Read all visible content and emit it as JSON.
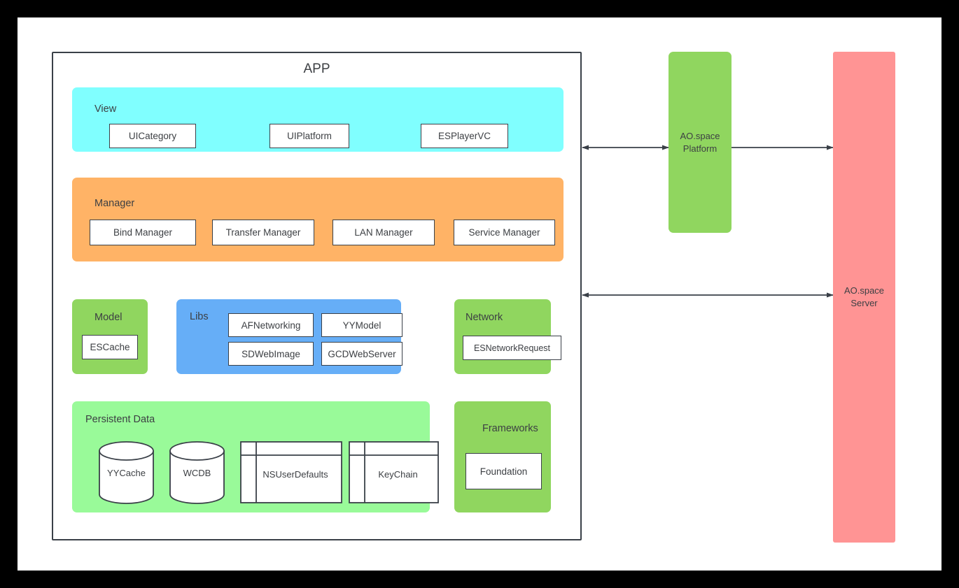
{
  "diagram": {
    "title": "APP",
    "background_color": "#ffffff",
    "page_border_color": "#000000"
  },
  "app": {
    "title": "APP",
    "border_color": "#3a4048",
    "groups": {
      "view": {
        "label": "View",
        "color": "#80FFFF",
        "items": [
          {
            "label": "UICategory"
          },
          {
            "label": "UIPlatform"
          },
          {
            "label": "ESPlayerVC"
          }
        ]
      },
      "manager": {
        "label": "Manager",
        "color": "#FFB366",
        "items": [
          {
            "label": "Bind Manager"
          },
          {
            "label": "Transfer Manager"
          },
          {
            "label": "LAN Manager"
          },
          {
            "label": "Service Manager"
          }
        ]
      },
      "model": {
        "label": "Model",
        "color": "#90D65F",
        "items": [
          {
            "label": "ESCache"
          }
        ]
      },
      "libs": {
        "label": "Libs",
        "color": "#66AEF7",
        "items": [
          {
            "label": "AFNetworking"
          },
          {
            "label": "YYModel"
          },
          {
            "label": "SDWebImage"
          },
          {
            "label": "GCDWebServer"
          }
        ]
      },
      "network": {
        "label": "Network",
        "color": "#90D65F",
        "items": [
          {
            "label": "ESNetworkRequest"
          }
        ]
      },
      "persistent_data": {
        "label": "Persistent Data",
        "color": "#99FA99",
        "items": [
          {
            "label": "YYCache",
            "shape": "cylinder"
          },
          {
            "label": "WCDB",
            "shape": "cylinder"
          },
          {
            "label": "NSUserDefaults",
            "shape": "table"
          },
          {
            "label": "KeyChain",
            "shape": "table"
          }
        ]
      },
      "frameworks": {
        "label": "Frameworks",
        "color": "#90D65F",
        "items": [
          {
            "label": "Foundation"
          }
        ]
      }
    }
  },
  "external": {
    "platform": {
      "label_line1": "AO.space",
      "label_line2": "Platform",
      "color": "#90D65F"
    },
    "server": {
      "label_line1": "AO.space",
      "label_line2": "Server",
      "color": "#FF9494"
    }
  },
  "connections": [
    {
      "from": "app",
      "to": "ao-platform",
      "direction": "bidirectional"
    },
    {
      "from": "ao-platform",
      "to": "ao-server",
      "direction": "forward"
    },
    {
      "from": "app",
      "to": "ao-server",
      "direction": "bidirectional"
    },
    {
      "from": "model",
      "to": "persistent-data",
      "direction": "forward"
    },
    {
      "from": "network",
      "to": "frameworks",
      "direction": "forward"
    }
  ]
}
